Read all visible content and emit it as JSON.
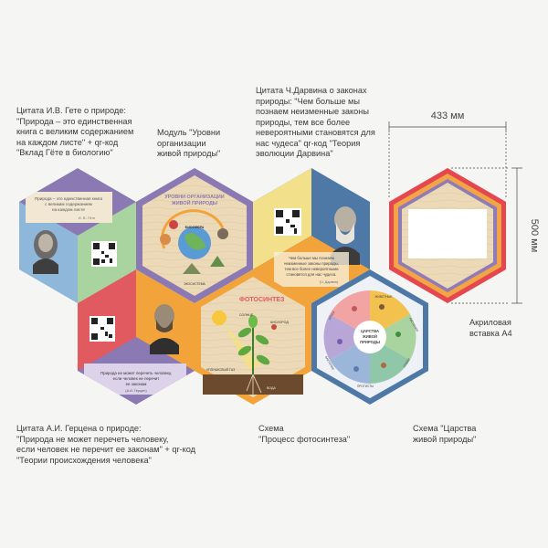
{
  "captions": {
    "goethe": "Цитата И.В. Гете о природе:\n\"Природа – это единственная\nкнига с великим содержанием\nна каждом листе\" + qr-код\n\"Вклад Гёте в биологию\"",
    "levels": "Модуль \"Уровни\nорганизации\nживой природы\"",
    "darwin": "Цитата Ч.Дарвина о законах\nприроды: \"Чем больше мы\nпознаем неизменные законы\nприроды, тем все более\nневероятными становятся для\nнас чудеса\" qr-код \"Теория\nэволюции Дарвина\"",
    "herzen": "Цитата А.И. Герцена о природе:\n\"Природа не может перечеть человеку,\nесли человек не перечит ее законам\" + qr-код\n\"Теории происхождения человека\"",
    "photosynthesis": "Схема\n\"Процесс фотосинтеза\"",
    "kingdoms": "Схема \"Царства\nживой природы\"",
    "acrylic": "Акриловая\nвставка А4"
  },
  "dimensions": {
    "width": "433 мм",
    "height": "500 мм"
  },
  "hex_goethe": {
    "quote": [
      "Природа – это единственная книга",
      "с великим содержанием",
      "на каждом листе"
    ],
    "author": "И. В. Гёте"
  },
  "hex_levels": {
    "title": [
      "УРОВНИ ОРГАНИЗАЦИИ",
      "ЖИВОЙ ПРИРОДЫ"
    ],
    "center_label": "БИОСФЕРА",
    "bottom_label": "ЭКОСИСТЕМА"
  },
  "hex_darwin": {
    "quote": [
      "Чем больше мы познаем",
      "неизменные законы природы,",
      "тем все более невероятными",
      "становятся для нас чудеса."
    ],
    "author": "(Ч. Дарвин)"
  },
  "hex_herzen": {
    "quote": [
      "Природа не может перечеть человеку,",
      "если человек не перечит",
      "ее законам"
    ],
    "author": "(А.И. Герцен)"
  },
  "hex_photo": {
    "title": "ФОТОСИНТЕЗ",
    "labels": {
      "sun": "СОЛНЦЕ",
      "oxygen": "КИСЛОРОД",
      "co2": "УГЛЕКИСЛЫЙ ГАЗ",
      "water": "ВОДА"
    }
  },
  "hex_kingdoms": {
    "center": [
      "ЦАРСТВА",
      "ЖИВОЙ",
      "ПРИРОДЫ"
    ],
    "sectors": [
      "ЖИВОТНЫЕ",
      "РАСТЕНИЯ",
      "ГРИБЫ",
      "ПРОТИСТЫ",
      "БАКТЕРИИ",
      "АРХЕИ"
    ]
  },
  "colors": {
    "green": "#a9d4a0",
    "blue": "#4e79a7",
    "red": "#e05a5f",
    "orange": "#f2a33a",
    "purple": "#8b79b3",
    "wood": "#ead7b4",
    "frame_red": "#e4474d",
    "frame_orange": "#f3a447",
    "frame_purple": "#8f7bb6"
  }
}
